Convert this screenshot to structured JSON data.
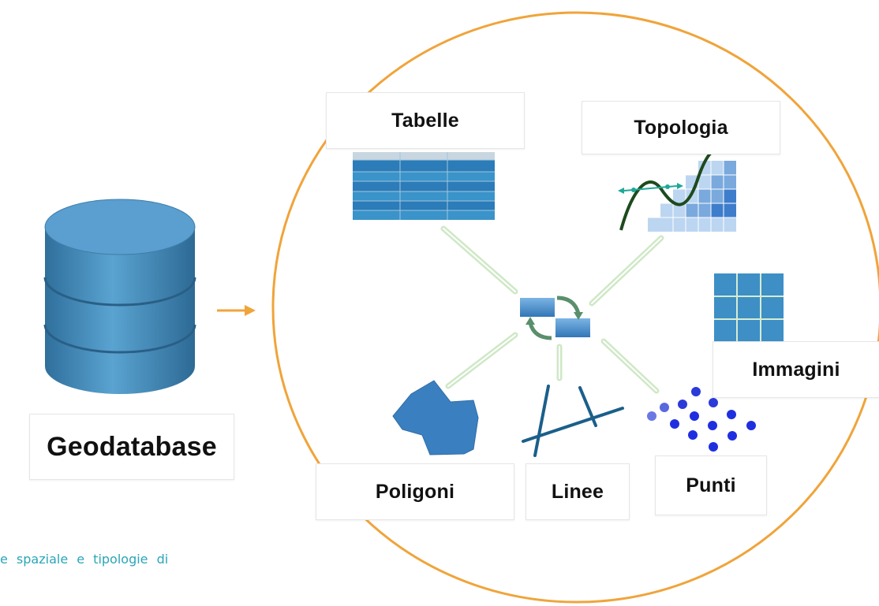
{
  "database": {
    "label": "Geodatabase"
  },
  "categories": {
    "tables": "Tabelle",
    "topology": "Topologia",
    "images": "Immagini",
    "polygons": "Poligoni",
    "lines": "Linee",
    "points": "Punti"
  },
  "caption": "e spaziale e tipologie di",
  "colors": {
    "cylinder_blue": "#4a90bf",
    "circle_orange": "#f0a43a",
    "arrow_orange": "#f0a43a",
    "connector_green": "#cfe8c6",
    "shape_blue": "#3a80c0",
    "line_dark_blue": "#1b5f8a",
    "point_blue": "#1f2fe0",
    "caption_teal": "#2aa5b8"
  }
}
